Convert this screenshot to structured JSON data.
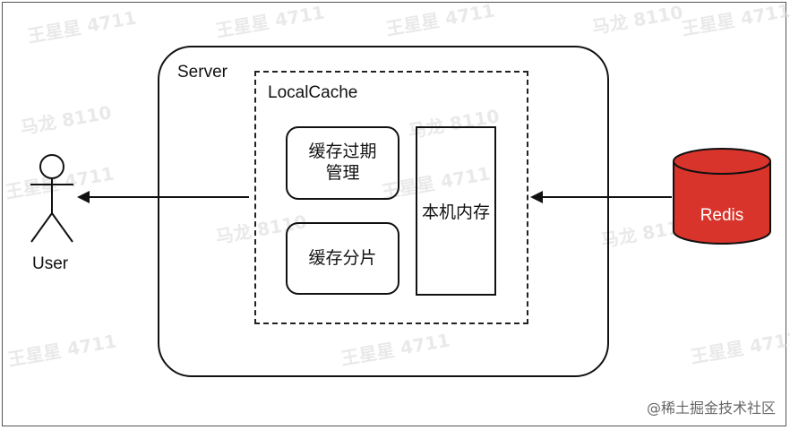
{
  "diagram": {
    "server_label": "Server",
    "local_cache_label": "LocalCache",
    "expire_mgmt_line1": "缓存过期",
    "expire_mgmt_line2": "管理",
    "cache_shard_label": "缓存分片",
    "local_memory_label": "本机内存",
    "user_label": "User",
    "redis_label": "Redis",
    "redis_color": "#d9342b",
    "credit": "@稀土掘金技术社区"
  },
  "watermarks": [
    "王星星 4711",
    "马龙 8110"
  ]
}
